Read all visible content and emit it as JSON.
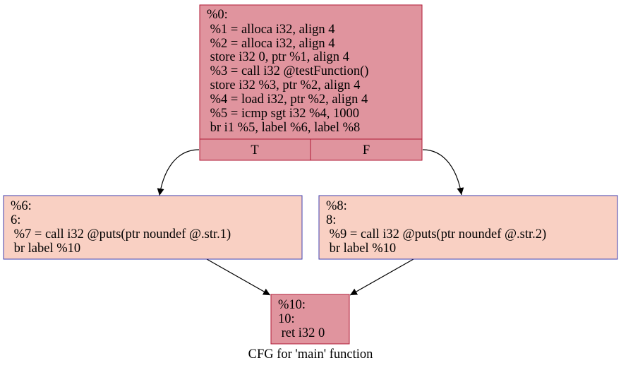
{
  "graph": {
    "caption": "CFG for 'main' function",
    "colors": {
      "hot_fill": "#e0949e",
      "hot_border": "#b11a35",
      "warm_fill": "#f9d0c3",
      "warm_border": "#4040b0",
      "edge": "#000000",
      "background": "#ffffff"
    },
    "nodes": [
      {
        "id": "%0",
        "lines": [
          "%0:",
          " %1 = alloca i32, align 4",
          " %2 = alloca i32, align 4",
          " store i32 0, ptr %1, align 4",
          " %3 = call i32 @testFunction()",
          " store i32 %3, ptr %2, align 4",
          " %4 = load i32, ptr %2, align 4",
          " %5 = icmp sgt i32 %4, 1000",
          " br i1 %5, label %6, label %8"
        ],
        "ports": [
          "T",
          "F"
        ]
      },
      {
        "id": "%6",
        "lines": [
          "%6:",
          "6:",
          " %7 = call i32 @puts(ptr noundef @.str.1)",
          " br label %10"
        ],
        "ports": []
      },
      {
        "id": "%8",
        "lines": [
          "%8:",
          "8:",
          " %9 = call i32 @puts(ptr noundef @.str.2)",
          " br label %10"
        ],
        "ports": []
      },
      {
        "id": "%10",
        "lines": [
          "%10:",
          "10:",
          " ret i32 0"
        ],
        "ports": []
      }
    ],
    "edges": [
      {
        "from": "%0",
        "port": "T",
        "to": "%6"
      },
      {
        "from": "%0",
        "port": "F",
        "to": "%8"
      },
      {
        "from": "%6",
        "to": "%10"
      },
      {
        "from": "%8",
        "to": "%10"
      }
    ]
  }
}
